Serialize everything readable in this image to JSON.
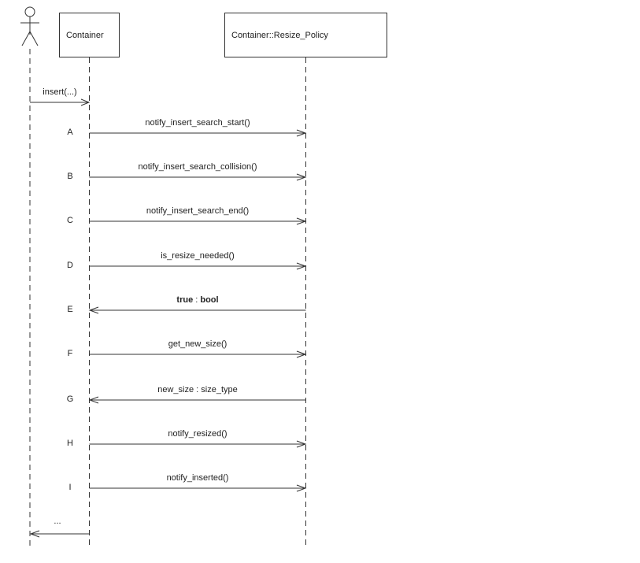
{
  "diagram": {
    "type": "uml-sequence-diagram",
    "colors": {
      "line": "#333333",
      "text": "#222222",
      "background": "#ffffff"
    }
  },
  "objects": [
    {
      "label": "Container"
    },
    {
      "label": "Container::Resize_Policy"
    }
  ],
  "messages": [
    {
      "id": "",
      "label": "insert(...)",
      "direction": "right",
      "from": "actor",
      "to": "container"
    },
    {
      "id": "A",
      "label": "notify_insert_search_start()",
      "direction": "right",
      "from": "container",
      "to": "resize-policy"
    },
    {
      "id": "B",
      "label": "notify_insert_search_collision()",
      "direction": "right",
      "from": "container",
      "to": "resize-policy"
    },
    {
      "id": "C",
      "label": "notify_insert_search_end()",
      "direction": "right",
      "from": "container",
      "to": "resize-policy"
    },
    {
      "id": "D",
      "label": "is_resize_needed()",
      "direction": "right",
      "from": "container",
      "to": "resize-policy"
    },
    {
      "id": "E",
      "label_parts": [
        "true",
        " : ",
        "bool"
      ],
      "direction": "left",
      "from": "resize-policy",
      "to": "container"
    },
    {
      "id": "F",
      "label": "get_new_size()",
      "direction": "right",
      "from": "container",
      "to": "resize-policy"
    },
    {
      "id": "G",
      "label": "new_size : size_type",
      "direction": "left",
      "from": "resize-policy",
      "to": "container"
    },
    {
      "id": "H",
      "label": "notify_resized()",
      "direction": "right",
      "from": "container",
      "to": "resize-policy"
    },
    {
      "id": "I",
      "label": "notify_inserted()",
      "direction": "right",
      "from": "container",
      "to": "resize-policy"
    },
    {
      "id": "",
      "label": "...",
      "direction": "left",
      "from": "container",
      "to": "actor"
    }
  ]
}
